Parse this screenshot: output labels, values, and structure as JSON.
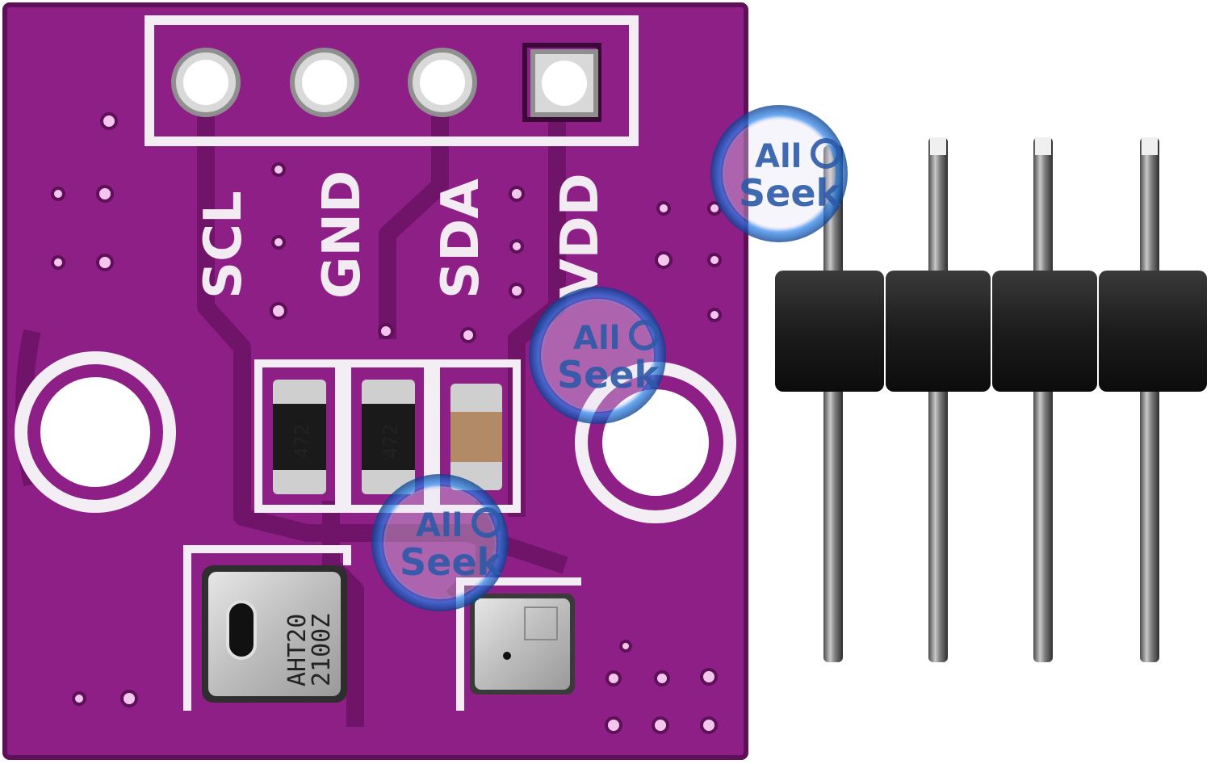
{
  "pcb": {
    "pin_labels": [
      "SCL",
      "GND",
      "SDA",
      "VDD"
    ],
    "resistor_codes": [
      "472",
      "472"
    ],
    "sensor_marking_line1": "AHT20",
    "sensor_marking_line2": "2100Z"
  },
  "watermark": {
    "line1": "All",
    "line2": "Seek"
  },
  "colors": {
    "board": "#8e1f86",
    "board_dark": "#6f1468",
    "silkscreen": "#f3eef3",
    "pin_plastic": "#1b1b1b",
    "pin_metal": "#8a8a8a"
  }
}
